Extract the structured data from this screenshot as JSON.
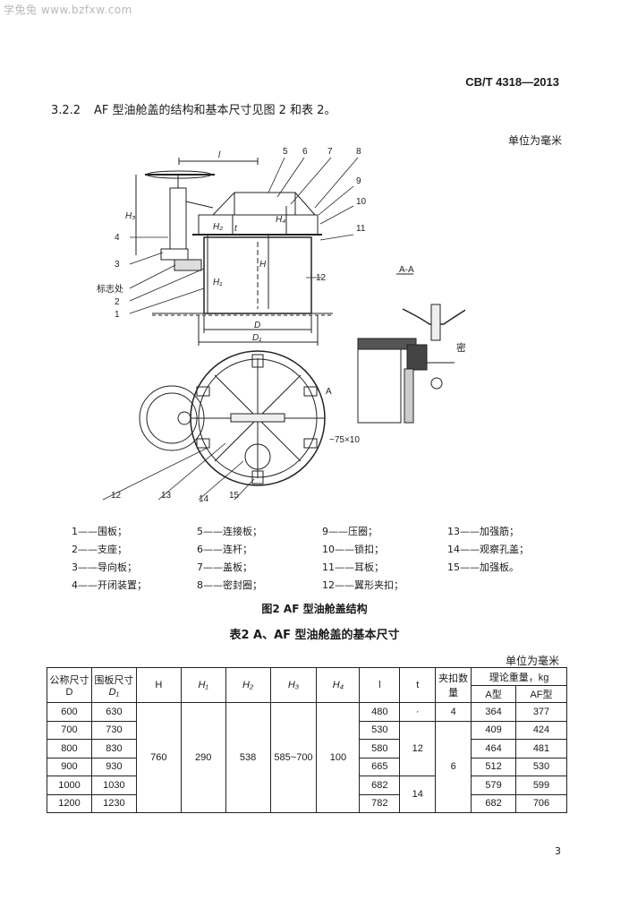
{
  "watermark": "学兔兔 www.bzfxw.com",
  "standard_no": "CB/T 4318—2013",
  "section": {
    "number": "3.2.2",
    "text": "AF 型油舱盖的结构和基本尺寸见图 2 和表 2。"
  },
  "unit_label": "单位为毫米",
  "figure": {
    "callouts": [
      "1",
      "2",
      "3",
      "4",
      "5",
      "6",
      "7",
      "8",
      "9",
      "10",
      "11",
      "12",
      "13",
      "14",
      "15"
    ],
    "dim_labels": {
      "l": "l",
      "H3": "H₃",
      "H2": "H₂",
      "H4": "H₄",
      "t": "t",
      "H": "H",
      "H1": "H₁",
      "D": "D",
      "D1": "D₁"
    },
    "mark_label": "标志处",
    "section_label": "A-A",
    "section_marker": "A",
    "seal_label": "密封圈保护装置",
    "size_label": "~75×10"
  },
  "legend": [
    [
      "1——围板；",
      "5——连接板；",
      "9——压圈；",
      "13——加强筋；"
    ],
    [
      "2——支座；",
      "6——连杆；",
      "10——锁扣；",
      "14——观察孔盖；"
    ],
    [
      "3——导向板；",
      "7——盖板；",
      "11——耳板；",
      "15——加强板。"
    ],
    [
      "4——开闭装置；",
      "8——密封圈；",
      "12——翼形夹扣；",
      ""
    ]
  ],
  "figure_caption": "图2  AF 型油舱盖结构",
  "table_title": "表2  A、AF 型油舱盖的基本尺寸",
  "table": {
    "headers": {
      "nominal_size": "公称尺寸",
      "nominal_sub": "D",
      "coaming_size": "围板尺寸",
      "coaming_sub": "D₁",
      "H": "H",
      "H1": "H₁",
      "H2": "H₂",
      "H3": "H₃",
      "H4": "H₄",
      "l": "l",
      "t": "t",
      "clamp_count": "夹扣数量",
      "weight": "理论重量，kg",
      "weight_A": "A型",
      "weight_AF": "AF型"
    },
    "rows": [
      {
        "D": "600",
        "D1": "630",
        "l": "480",
        "A": "364",
        "AF": "377"
      },
      {
        "D": "700",
        "D1": "730",
        "l": "530",
        "A": "409",
        "AF": "424"
      },
      {
        "D": "800",
        "D1": "830",
        "l": "580",
        "A": "464",
        "AF": "481"
      },
      {
        "D": "900",
        "D1": "930",
        "l": "665",
        "A": "512",
        "AF": "530"
      },
      {
        "D": "1000",
        "D1": "1030",
        "l": "682",
        "A": "579",
        "AF": "599"
      },
      {
        "D": "1200",
        "D1": "1230",
        "l": "782",
        "A": "682",
        "AF": "706"
      }
    ],
    "merged": {
      "H": "760",
      "H1": "290",
      "H2": "538",
      "H3": "585~700",
      "H4": "100",
      "t_first": "·",
      "t_mid": "12",
      "t_last": "14",
      "clamp_first": "4",
      "clamp_rest": "6"
    }
  },
  "page_number": "3"
}
